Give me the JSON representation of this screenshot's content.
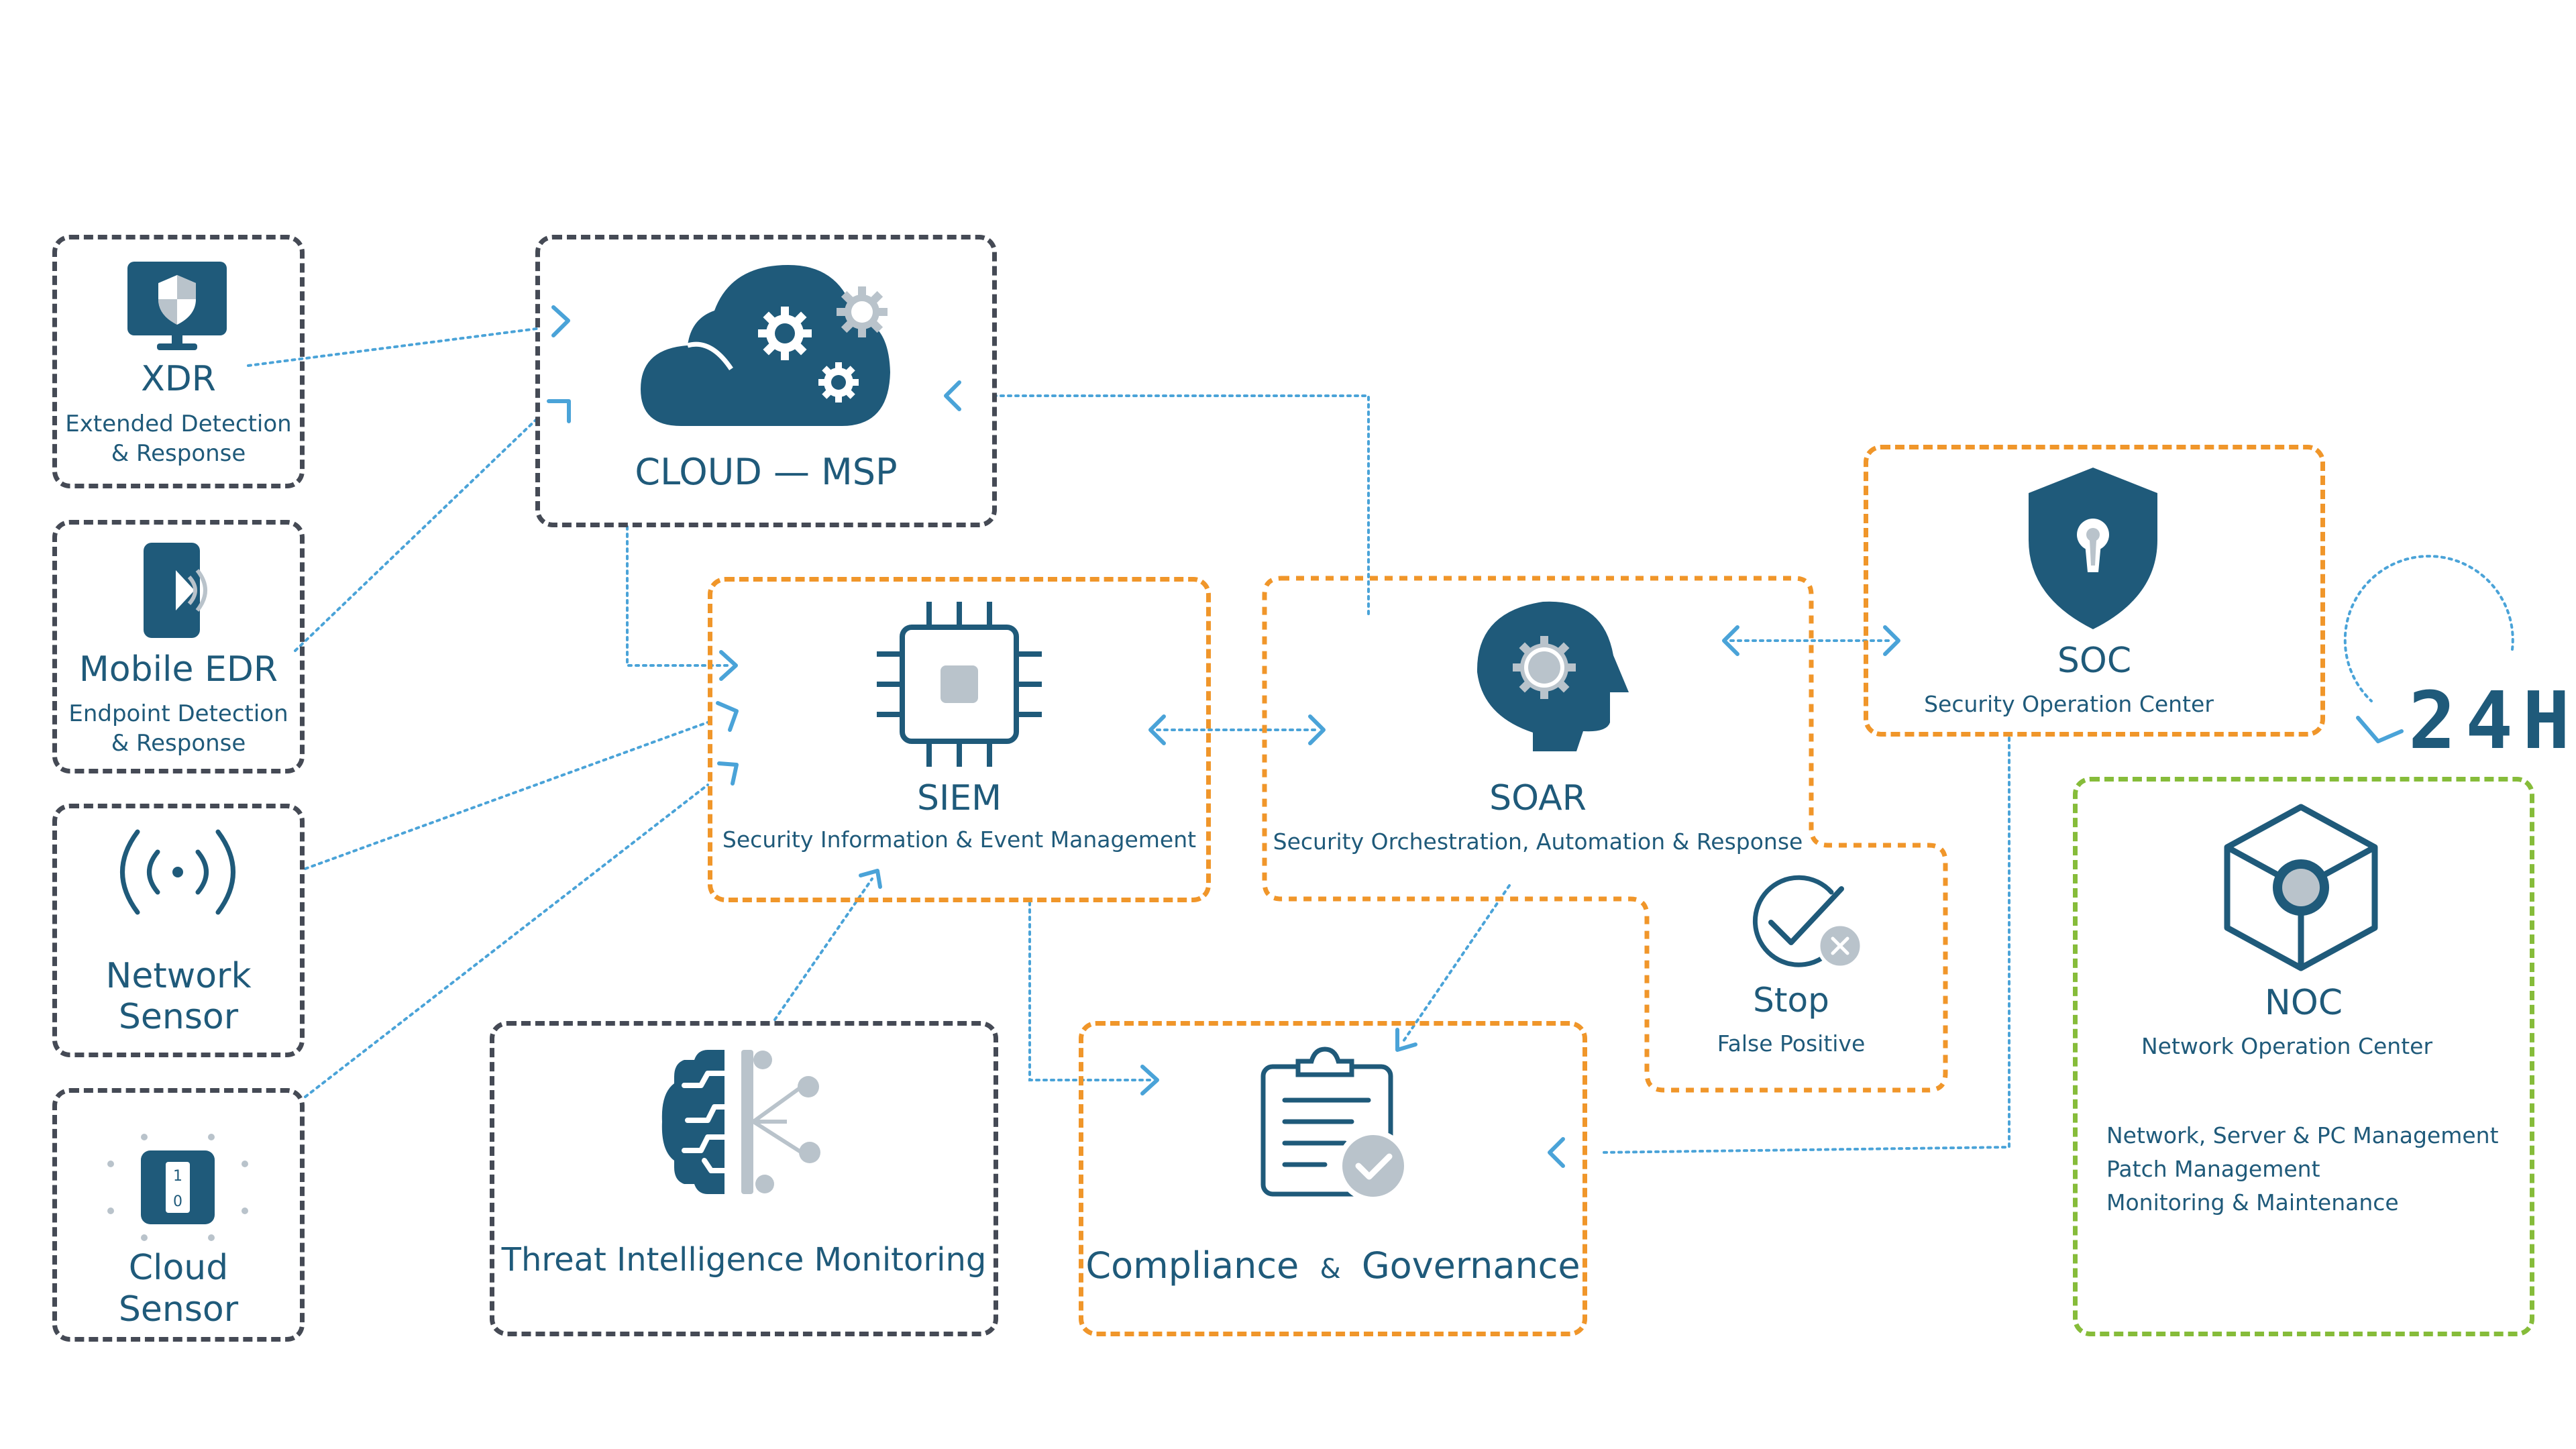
{
  "colors": {
    "primary": "#1f5a7a",
    "connector": "#4aa3d8",
    "frame_dark": "#454a55",
    "frame_orange": "#f0962a",
    "frame_green": "#86bc3a",
    "icon_grey": "#b9c3cb"
  },
  "nodes": {
    "xdr": {
      "title": "XDR",
      "line1": "Extended Detection",
      "line2": "& Response",
      "icon": "monitor-shield-icon"
    },
    "mobile_edr": {
      "title": "Mobile EDR",
      "line1": "Endpoint Detection",
      "line2": "& Response",
      "icon": "mobile-signal-icon"
    },
    "network_sensor": {
      "title_line1": "Network",
      "title_line2": "Sensor",
      "icon": "broadcast-icon"
    },
    "cloud_sensor": {
      "title_line1": "Cloud",
      "title_line2": "Sensor",
      "icon": "switch-sensor-icon"
    },
    "cloud_msp": {
      "title": "CLOUD — MSP",
      "icon": "cloud-gears-icon"
    },
    "siem": {
      "title": "SIEM",
      "subtitle": "Security Information & Event Management",
      "icon": "chip-icon"
    },
    "soar": {
      "title": "SOAR",
      "subtitle": "Security Orchestration, Automation & Response",
      "icon": "head-gear-icon"
    },
    "stop": {
      "title": "Stop",
      "subtitle": "False Positive",
      "icon": "check-cancel-icon"
    },
    "soc": {
      "title": "SOC",
      "subtitle": "Security Operation Center",
      "icon": "shield-keyhole-icon"
    },
    "threat": {
      "title": "Threat Intelligence Monitoring",
      "icon": "brain-network-icon"
    },
    "compliance": {
      "title_part1": "Compliance",
      "title_amp": "&",
      "title_part2": "Governance",
      "icon": "clipboard-check-icon"
    },
    "noc": {
      "title": "NOC",
      "subtitle": "Network Operation Center",
      "icon": "cube-node-icon",
      "bullet": "",
      "items": [
        "Network, Server & PC Management",
        "Patch Management",
        "Monitoring & Maintenance"
      ]
    },
    "availability": {
      "label": "24H",
      "icon": "circular-arrow-icon"
    }
  }
}
